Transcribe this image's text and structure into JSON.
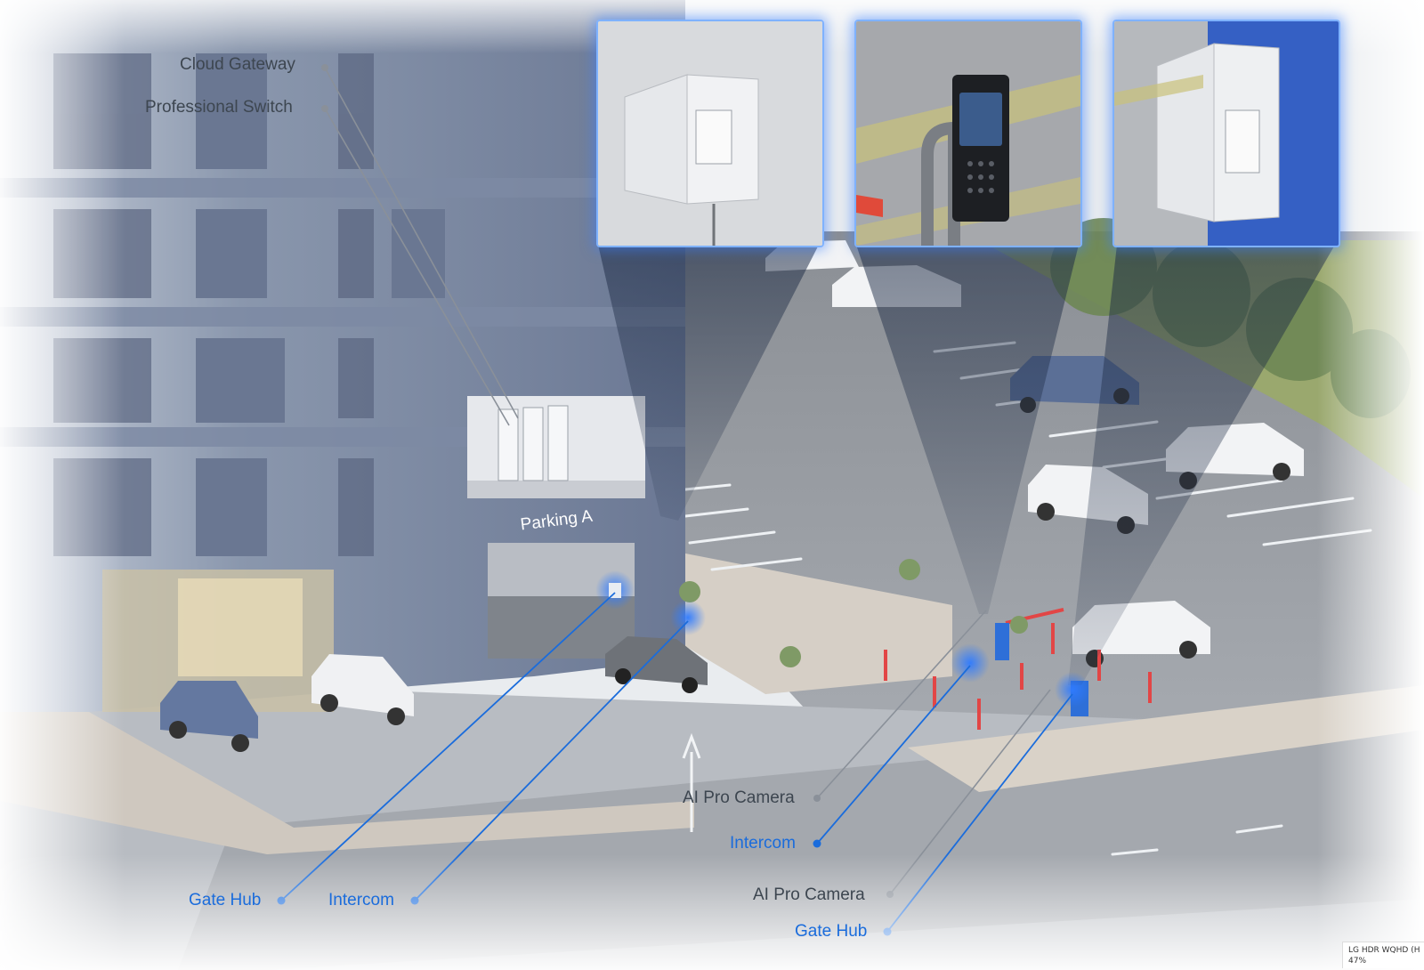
{
  "labels": {
    "cloud_gateway": "Cloud Gateway",
    "professional_switch": "Professional Switch",
    "parking_sign": "Parking A",
    "ai_pro_camera_1": "AI Pro Camera",
    "intercom_right": "Intercom",
    "ai_pro_camera_2": "AI Pro Camera",
    "gate_hub_right": "Gate Hub",
    "gate_hub_left": "Gate Hub",
    "intercom_left": "Intercom"
  },
  "display_readout": {
    "line1": "LG HDR WQHD (H",
    "line2": "47%"
  },
  "colors": {
    "accent_blue": "#1a6cdc",
    "callout_gray": "#3d4650",
    "building": "#6f7f99",
    "asphalt": "#9a9ea5",
    "glow": "#2f7bff"
  },
  "icons": {
    "inset_1": "gate-hub-cabinet-icon",
    "inset_2": "intercom-device-icon",
    "inset_3": "gate-hub-wall-cabinet-icon"
  }
}
